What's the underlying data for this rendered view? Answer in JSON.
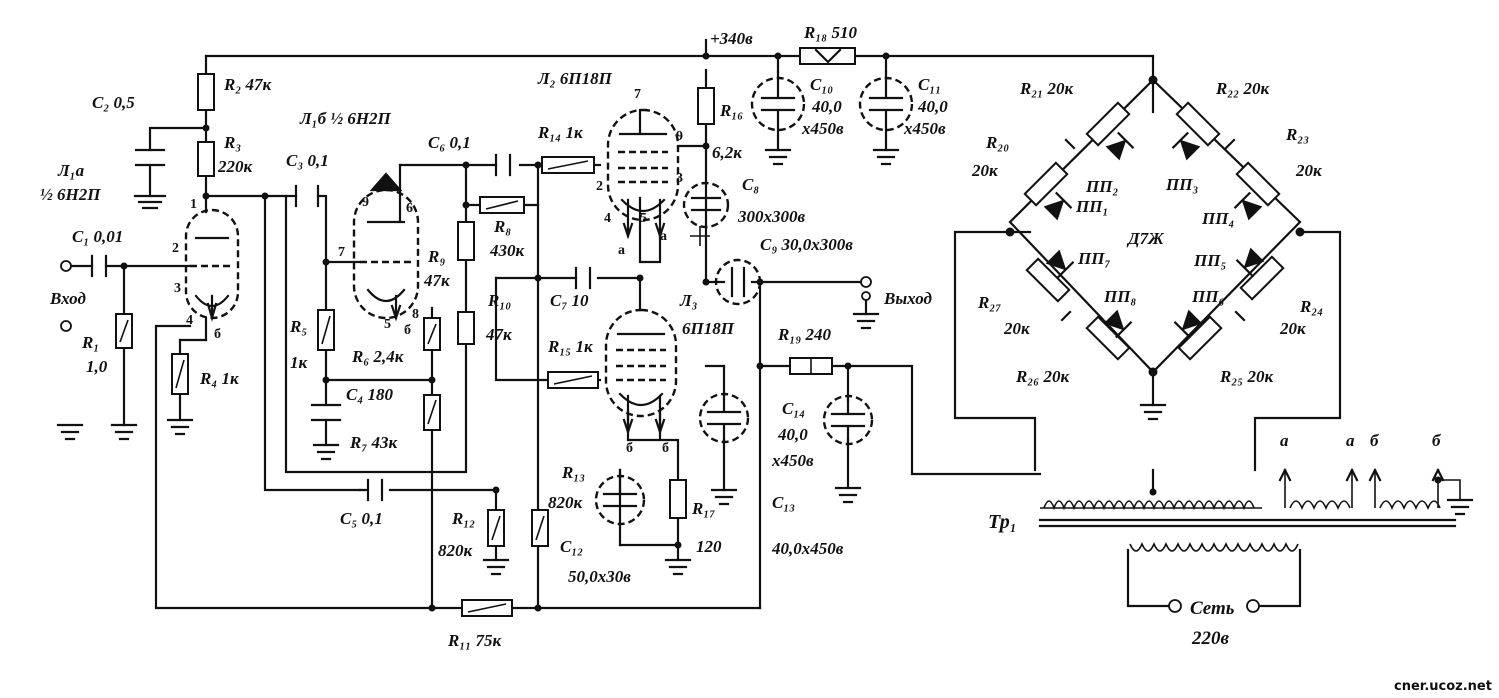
{
  "labels": {
    "r2": "R₂ 47к",
    "c2": "C₂ 0,5",
    "r3": "R₃",
    "r3v": "220к",
    "l1b": "Л₁б ½ 6Н2П",
    "l1a": "Л₁а",
    "l1a2": "½ 6Н2П",
    "c3": "C₃ 0,1",
    "c6": "C₆ 0,1",
    "r14": "R₁₄ 1к",
    "l2": "Л₂ 6П18П",
    "v340": "+340в",
    "r18": "R₁₈ 510",
    "r16": "R₁₆",
    "r16v": "6,2к",
    "c10": "C₁₀",
    "c10a": "40,0",
    "c10b": "х450в",
    "c11": "C₁₁",
    "c11a": "40,0",
    "c11b": "х450в",
    "c8": "C₈",
    "c8v": "300х300в",
    "r8": "R₈",
    "r8v": "430к",
    "c9": "C₉ 30,0х300в",
    "c1": "C₁ 0,01",
    "vhod": "Вход",
    "r1": "R₁",
    "r1v": "1,0",
    "r4": "R₄ 1к",
    "r9": "R₉",
    "r9v": "47к",
    "r10": "R₁₀",
    "r10v": "47к",
    "c7": "C₇ 10",
    "l3": "Л₃",
    "l3v": "6П18П",
    "vyhod": "Выход",
    "r5": "R₅",
    "r5v": "1к",
    "r6": "R₆ 2,4к",
    "c4": "C₄ 180",
    "r7": "R₇ 43к",
    "r15": "R₁₅ 1к",
    "r19": "R₁₉ 240",
    "c14": "C₁₄",
    "c14a": "40,0",
    "c14b": "х450в",
    "c5": "C₅ 0,1",
    "r12": "R₁₂",
    "r12v": "820к",
    "r13": "R₁₃",
    "r13v": "820к",
    "c12": "C₁₂",
    "c12v": "50,0х30в",
    "r17": "R₁₇",
    "r17v": "120",
    "c13": "C₁₃",
    "c13v": "40,0х450в",
    "r11": "R₁₁ 75к",
    "r21": "R₂₁ 20к",
    "r22": "R₂₂ 20к",
    "r20": "R₂₀",
    "r20v": "20к",
    "r23": "R₂₃",
    "r23v": "20к",
    "pp1": "ПП₁",
    "pp2": "ПП₂",
    "pp3": "ПП₃",
    "pp4": "ПП₄",
    "pp5": "ПП₅",
    "pp6": "ПП₆",
    "pp7": "ПП₇",
    "pp8": "ПП₈",
    "d7zh": "Д7Ж",
    "r27": "R₂₇",
    "r27v": "20к",
    "r24": "R₂₄",
    "r24v": "20к",
    "r26": "R₂₆ 20к",
    "r25": "R₂₅ 20к",
    "tr1": "Тр₁",
    "set": "Сеть",
    "v220": "220в",
    "wa1": "а",
    "wa2": "а",
    "wb1": "б",
    "wb2": "б",
    "watermark": "cner.ucoz.net"
  },
  "pins": {
    "p1": "1",
    "p2": "2",
    "p3": "3",
    "p4": "4",
    "pb1": "б",
    "p6": "6",
    "p7": "7",
    "p8": "8",
    "p9": "9",
    "p5": "5",
    "pb2": "б",
    "l2p7": "7",
    "l2p9": "9",
    "l2p2": "2",
    "l2p3": "3",
    "l2p4": "4",
    "l2p5": "5",
    "l2a1": "а",
    "l2a2": "а",
    "l3b1": "б",
    "l3b2": "б"
  }
}
